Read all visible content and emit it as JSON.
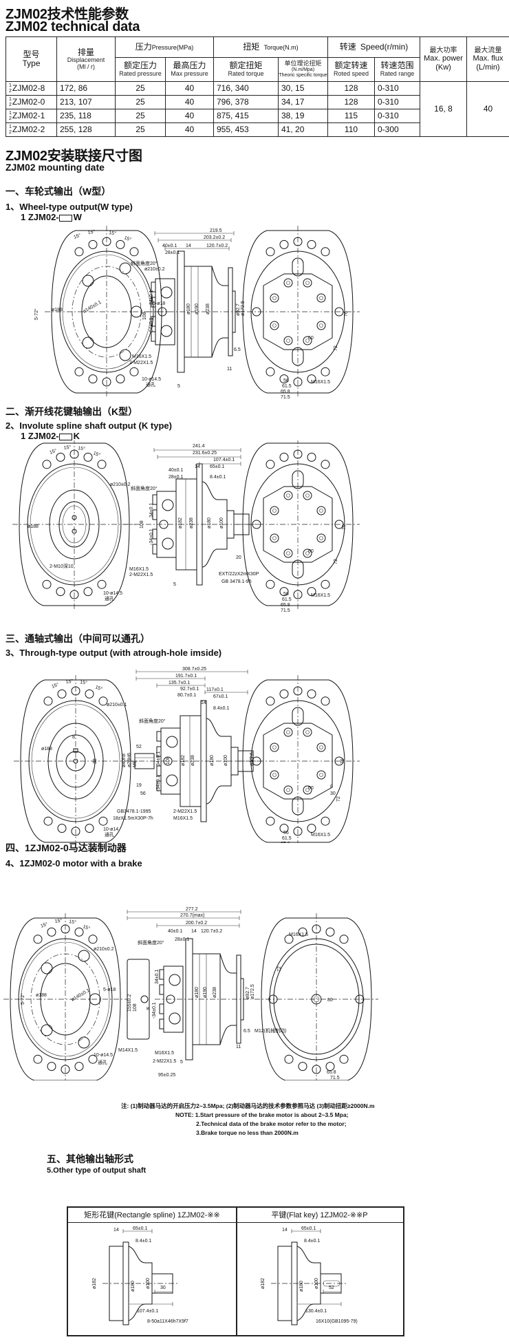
{
  "header": {
    "title_cn": "ZJM02技术性能参数",
    "title_en": "ZJM02 technical data"
  },
  "table": {
    "col_type_cn": "型号",
    "col_type_en": "Type",
    "col_disp_cn": "排量",
    "col_disp_en": "Displacement",
    "col_disp_unit": "(Ml / r)",
    "grp_pressure_cn": "压力",
    "grp_pressure_en": "Pressure(MPa)",
    "grp_torque_cn": "扭矩",
    "grp_torque_en": "Torque(N.m)",
    "grp_speed_cn": "转速",
    "grp_speed_en": "Speed(r/min)",
    "col_power_cn": "最大功率",
    "col_power_en": "Max. power",
    "col_power_unit": "(Kw)",
    "col_flux_cn": "最大流量",
    "col_flux_en": "Max. flux",
    "col_flux_unit": "(L/min)",
    "sub_rated_pressure_cn": "额定压力",
    "sub_rated_pressure_en": "Rated pressure",
    "sub_max_pressure_cn": "最高压力",
    "sub_max_pressure_en": "Max pressure",
    "sub_rated_torque_cn": "额定扭矩",
    "sub_rated_torque_en": "Rated torque",
    "sub_spec_torque_cn": "单位理论扭矩",
    "sub_spec_torque_unit": "(N.m/Mpa)",
    "sub_spec_torque_en": "Theoric specific torque",
    "sub_rated_speed_cn": "额定转速",
    "sub_rated_speed_en": "Roted speed",
    "sub_range_cn": "转速范围",
    "sub_range_en": "Rated range",
    "prefix_top": "1",
    "prefix_bottom": "2",
    "max_power": "16, 8",
    "max_flux": "40",
    "rows": [
      {
        "type": "ZJM02-8",
        "displacement": "172, 86",
        "rated_pressure": "25",
        "max_pressure": "40",
        "rated_torque": "716, 340",
        "specific_torque": "30, 15",
        "rated_speed": "128",
        "speed_range": "0-310"
      },
      {
        "type": "ZJM02-0",
        "displacement": "213, 107",
        "rated_pressure": "25",
        "max_pressure": "40",
        "rated_torque": "796, 378",
        "specific_torque": "34, 17",
        "rated_speed": "128",
        "speed_range": "0-310"
      },
      {
        "type": "ZJM02-1",
        "displacement": "235, 118",
        "rated_pressure": "25",
        "max_pressure": "40",
        "rated_torque": "875, 415",
        "specific_torque": "38, 19",
        "rated_speed": "115",
        "speed_range": "0-310"
      },
      {
        "type": "ZJM02-2",
        "displacement": "255, 128",
        "rated_pressure": "25",
        "max_pressure": "40",
        "rated_torque": "955, 453",
        "specific_torque": "41, 20",
        "rated_speed": "110",
        "speed_range": "0-300"
      }
    ]
  },
  "mounting": {
    "title_cn": "ZJM02安装联接尺寸图",
    "title_en": "ZJM02 mounting date"
  },
  "sections": [
    {
      "heading_cn": "一、车轮式输出（W型）",
      "heading_en": "1、Wheel-type output(W type)",
      "model": "1 ZJM02-",
      "model_suffix": "W",
      "front_labels": [
        "15°",
        "15°",
        "15°",
        "15°",
        "ø210±0.2",
        "ø188",
        "ø140±0.1",
        "5-ø18",
        "5-72°",
        "10-ø14.5",
        "通孔"
      ],
      "side_labels": [
        "219.5",
        "203.2±0.2",
        "40±0.1",
        "14",
        "120.7±0.2",
        "28±0.1",
        "斜面角度20°",
        "108",
        "34±0.1",
        "-34±0.1",
        "ø180",
        "ø190",
        "ø238",
        "ø92.7",
        "ø172.5",
        "6.5",
        "11",
        "5",
        "M16X1.5",
        "2-M22X1.5"
      ],
      "right_labels": [
        "76",
        "72",
        "60",
        "56",
        "61.5",
        "65.8",
        "71.5",
        "M16X1.5"
      ]
    },
    {
      "heading_cn": "二、渐开线花键轴输出（K型）",
      "heading_en": "2、Involute spline shaft output (K type)",
      "model": "1 ZJM02-",
      "model_suffix": "K",
      "front_labels": [
        "15°",
        "15°",
        "15°",
        "15°",
        "ø210±0.2",
        "ø188",
        "2-M10深10",
        "10-ø14.5",
        "通孔"
      ],
      "side_labels": [
        "241.4",
        "231.6±0.25",
        "107.4±0.1",
        "14",
        "65±0.1",
        "40±0.1",
        "28±0.1",
        "8.4±0.1",
        "斜面角度20°",
        "108",
        "34±0.1",
        "-34±0.1",
        "ø182",
        "ø238",
        "ø180",
        "ø100",
        "20",
        "M16X1.5",
        "2-M22X1.5",
        "5",
        "EXT/22zX2mX30P",
        "GB 3478.1-95"
      ],
      "right_labels": [
        "76",
        "72",
        "60",
        "56",
        "61.5",
        "65.8",
        "71.5",
        "M16X1.5"
      ]
    },
    {
      "heading_cn": "三、通轴式输出（中间可以通孔）",
      "heading_en": "3、Through-type output (with atrough-hole imside)",
      "front_labels": [
        "15°",
        "15°",
        "15°",
        "15°",
        "ø210±0.1",
        "ø188",
        "33",
        "8",
        "10-ø14",
        "通孔"
      ],
      "side_labels": [
        "308.7±0.25",
        "191.7±0.1",
        "135.7±0.1",
        "92.7±0.1",
        "80.7±0.1",
        "117±0.1",
        "14",
        "67±0.1",
        "8.4±0.1",
        "斜面角度20°",
        "52",
        "19",
        "56",
        "ø40h8",
        "ø28H6",
        "M8",
        "34±0.1",
        "-34±0.1",
        "108",
        "ø182",
        "ø238",
        "ø180",
        "ø100",
        "ø30h6",
        "GB3478.1-1995",
        "18zX1.5mX30P-7h",
        "2-M22X1.5",
        "M16X1.5"
      ],
      "right_labels": [
        "76",
        "72",
        "60",
        "56",
        "61.5",
        "65.8",
        "71.5",
        "M16X1.5",
        "8",
        "30"
      ]
    },
    {
      "heading_cn": "四、1ZJM02-0马达装制动器",
      "heading_en": "4、1ZJM02-0 motor with a brake",
      "front_labels": [
        "15°",
        "15°",
        "15°",
        "15°",
        "ø210±0.2",
        "ø188",
        "ø140±0.1",
        "5-ø18",
        "5-72°",
        "10-ø14.5",
        "通孔"
      ],
      "side_labels": [
        "277.2",
        "270.7(max)",
        "200.7±0.2",
        "40±0.1",
        "14",
        "120.7±0.2",
        "28±0.1",
        "斜面角度20°",
        "155±0.2",
        "108",
        "34±0.1",
        "-34±0.1",
        "ø180",
        "ø190",
        "ø238",
        "ø92.7",
        "ø172.5",
        "6.5",
        "11",
        "5",
        "95±0.25",
        "M14X1.5",
        "M16X1.5",
        "2-M22X1.5",
        "K"
      ],
      "right_labels": [
        "M16X1.5",
        "72",
        "80",
        "M12(机械制动)",
        "65.8",
        "71.5"
      ]
    }
  ],
  "notes": {
    "cn": "注: (1)制动器马达的开启压力2~3.5Mpa;   (2)制动器马达的技术参数参照马达   (3)制动扭距≥2000N.m",
    "en_1": "NOTE: 1.Start pressure of the brake motor is about 2~3.5 Mpa;",
    "en_2": "2.Technical data of the brake motor refer to the motor;",
    "en_3": "3.Brake torque no less than 2000N.m"
  },
  "other_shafts": {
    "heading_cn": "五、其他输出轴形式",
    "heading_en": "5.Other type of output shaft",
    "panels": [
      {
        "title": "矩形花键(Rectangle spline) 1ZJM02-※※",
        "labels": [
          "14",
          "65±0.1",
          "8.4±0.1",
          "ø182",
          "ø180",
          "ø100",
          "30",
          "107.4±0.1",
          "8-50a11X46h7X9f7"
        ]
      },
      {
        "title": "平键(Flat key) 1ZJM02-※※P",
        "labels": [
          "14",
          "65±0.1",
          "8.4±0.1",
          "ø182",
          "ø180",
          "ø100",
          "52",
          "130.4±0.1",
          "16X10(GB1095-79)"
        ]
      }
    ]
  }
}
